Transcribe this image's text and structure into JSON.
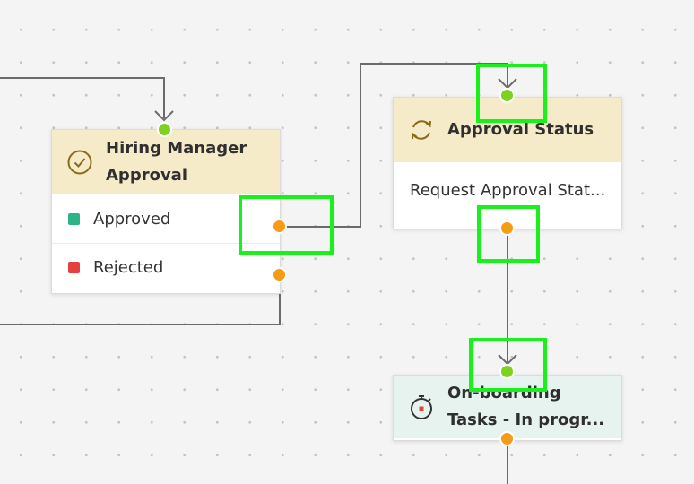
{
  "nodes": {
    "hiring": {
      "title_line1": "Hiring Manager",
      "title_line2": "Approval",
      "icon": "check-circle-icon",
      "outputs": [
        {
          "label": "Approved",
          "color": "#2db389"
        },
        {
          "label": "Rejected",
          "color": "#e5403e"
        }
      ]
    },
    "approval_status": {
      "title": "Approval Status",
      "icon": "refresh-cycle-icon",
      "body": "Request Approval Stat..."
    },
    "onboarding": {
      "title_line1": "On-boarding",
      "title_line2": "Tasks - In progr...",
      "icon": "stopwatch-icon"
    }
  },
  "colors": {
    "input_port": "#7dd21f",
    "output_port": "#f59b14",
    "highlight": "#1af01a",
    "connector": "#6b6b6b"
  }
}
